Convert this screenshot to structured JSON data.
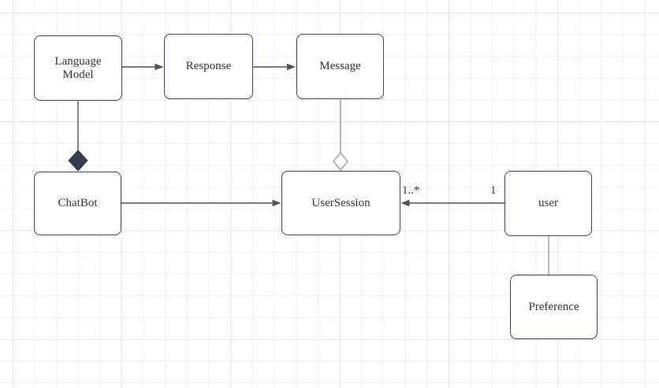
{
  "theme": {
    "canvas_bg": "#ffffff",
    "grid_minor": "#f0f0f1",
    "grid_major": "#e3e4e6",
    "node_border": "#3f4854",
    "node_text": "#32373e",
    "edge_dark": "#4d545e",
    "edge_light": "#9aa0a6",
    "diamond_fill": "#363e4b"
  },
  "diagram": {
    "type": "uml-class-diagram",
    "nodes": [
      {
        "id": "language-model",
        "label": "Language Model"
      },
      {
        "id": "response",
        "label": "Response"
      },
      {
        "id": "message",
        "label": "Message"
      },
      {
        "id": "chatbot",
        "label": "ChatBot"
      },
      {
        "id": "usersession",
        "label": "UserSession"
      },
      {
        "id": "user",
        "label": "user"
      },
      {
        "id": "preference",
        "label": "Preference"
      }
    ],
    "edges": [
      {
        "from": "language-model",
        "to": "response",
        "type": "directed-arrow"
      },
      {
        "from": "response",
        "to": "message",
        "type": "directed-arrow"
      },
      {
        "from": "language-model",
        "to": "chatbot",
        "type": "composition-filled-diamond"
      },
      {
        "from": "message",
        "to": "usersession",
        "type": "aggregation-hollow-diamond"
      },
      {
        "from": "chatbot",
        "to": "usersession",
        "type": "directed-arrow"
      },
      {
        "from": "user",
        "to": "usersession",
        "type": "directed-arrow",
        "source_multiplicity": "1",
        "target_multiplicity": "1..*"
      },
      {
        "from": "user",
        "to": "preference",
        "type": "plain-line"
      }
    ]
  }
}
